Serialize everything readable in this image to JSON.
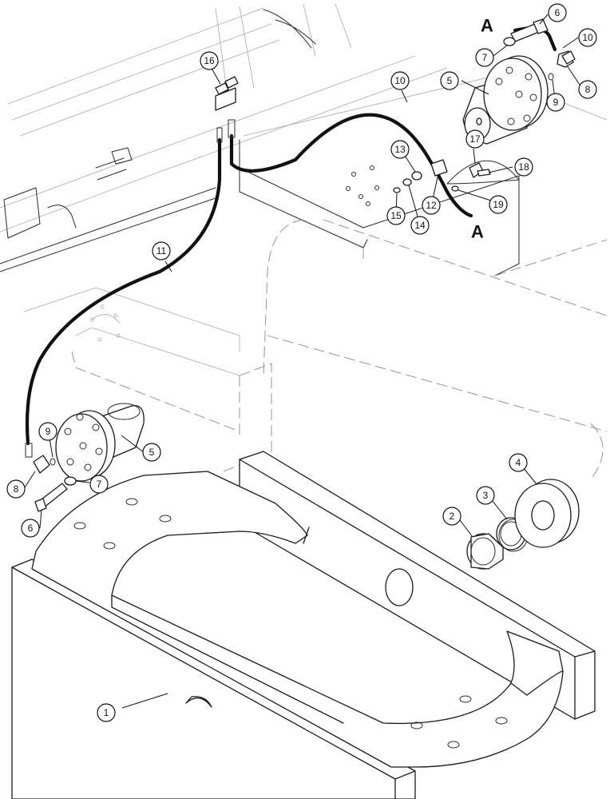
{
  "callouts": {
    "c1": "1",
    "c2": "2",
    "c3": "3",
    "c4": "4",
    "c5a": "5",
    "c5b": "5",
    "c6a": "6",
    "c6b": "6",
    "c7a": "7",
    "c7b": "7",
    "c8a": "8",
    "c8b": "8",
    "c9a": "9",
    "c9b": "9",
    "c10a": "10",
    "c10b": "10",
    "c11": "11",
    "c12": "12",
    "c13": "13",
    "c14": "14",
    "c15": "15",
    "c16": "16",
    "c17": "17",
    "c18": "18",
    "c19": "19"
  },
  "section_marks": {
    "top": "A",
    "bottom": "A"
  }
}
